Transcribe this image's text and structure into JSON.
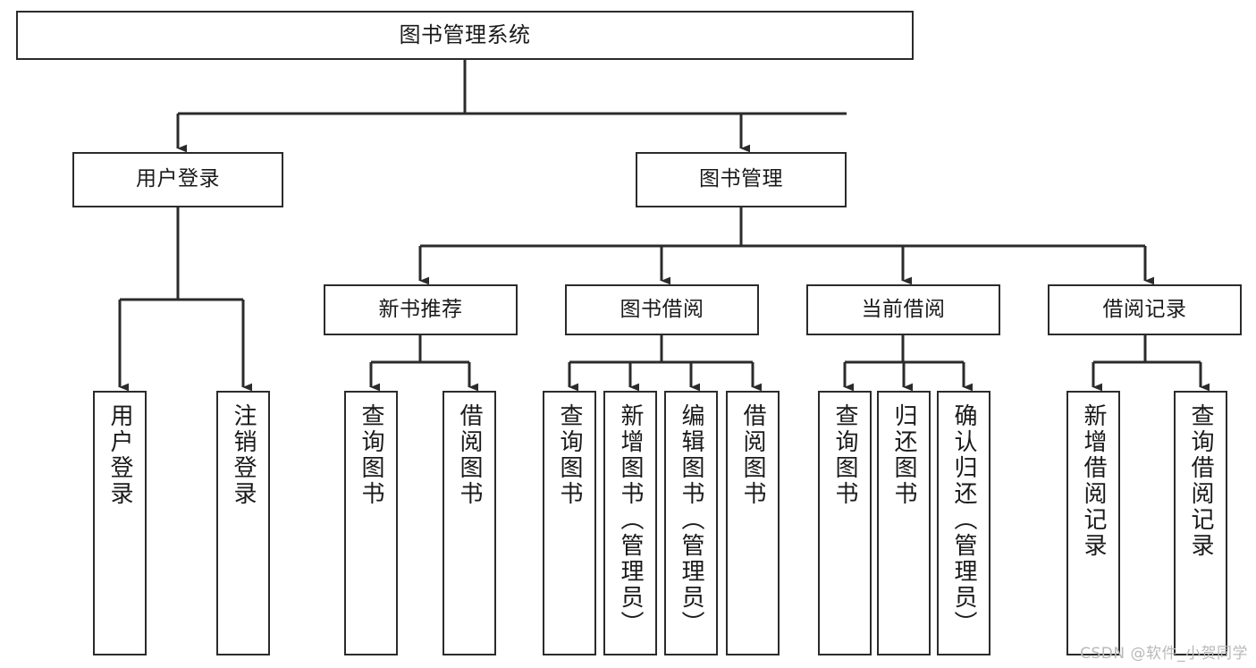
{
  "diagram": {
    "title": "图书管理系统",
    "type": "hierarchy-tree",
    "stroke_color": "#2b2b2b",
    "fill_color": "#ffffff",
    "text_color": "#1a1a1a",
    "levels": [
      {
        "level": 1,
        "nodes": [
          {
            "id": "root",
            "label": "图书管理系统",
            "orientation": "horizontal"
          }
        ]
      },
      {
        "level": 2,
        "nodes": [
          {
            "id": "user-login",
            "label": "用户登录",
            "orientation": "horizontal"
          },
          {
            "id": "book-manage",
            "label": "图书管理",
            "orientation": "horizontal"
          }
        ]
      },
      {
        "level": 3,
        "nodes": [
          {
            "id": "new-book-rec",
            "label": "新书推荐",
            "orientation": "horizontal"
          },
          {
            "id": "book-borrow",
            "label": "图书借阅",
            "orientation": "horizontal"
          },
          {
            "id": "current-borrow",
            "label": "当前借阅",
            "orientation": "horizontal"
          },
          {
            "id": "borrow-record",
            "label": "借阅记录",
            "orientation": "horizontal"
          }
        ]
      },
      {
        "level": 4,
        "nodes": [
          {
            "id": "leaf-user-login",
            "label": "用户登录",
            "orientation": "vertical",
            "parent": "user-login"
          },
          {
            "id": "leaf-user-logout",
            "label": "注销登录",
            "orientation": "vertical",
            "parent": "user-login"
          },
          {
            "id": "leaf-query-book-1",
            "label": "查询图书",
            "orientation": "vertical",
            "parent": "new-book-rec"
          },
          {
            "id": "leaf-borrow-book-1",
            "label": "借阅图书",
            "orientation": "vertical",
            "parent": "new-book-rec"
          },
          {
            "id": "leaf-query-book-2",
            "label": "查询图书",
            "orientation": "vertical",
            "parent": "book-borrow"
          },
          {
            "id": "leaf-add-book",
            "label": "新增图书（管理员）",
            "orientation": "vertical",
            "parent": "book-borrow"
          },
          {
            "id": "leaf-edit-book",
            "label": "编辑图书（管理员）",
            "orientation": "vertical",
            "parent": "book-borrow"
          },
          {
            "id": "leaf-borrow-book-2",
            "label": "借阅图书",
            "orientation": "vertical",
            "parent": "book-borrow"
          },
          {
            "id": "leaf-query-book-3",
            "label": "查询图书",
            "orientation": "vertical",
            "parent": "current-borrow"
          },
          {
            "id": "leaf-return-book",
            "label": "归还图书",
            "orientation": "vertical",
            "parent": "current-borrow"
          },
          {
            "id": "leaf-confirm-return",
            "label": "确认归还（管理员）",
            "orientation": "vertical",
            "parent": "current-borrow"
          },
          {
            "id": "leaf-add-record",
            "label": "新增借阅记录",
            "orientation": "vertical",
            "parent": "borrow-record"
          },
          {
            "id": "leaf-query-record",
            "label": "查询借阅记录",
            "orientation": "vertical",
            "parent": "borrow-record"
          }
        ]
      }
    ]
  },
  "watermark": {
    "text": "CSDN @软件_小贺同学"
  }
}
